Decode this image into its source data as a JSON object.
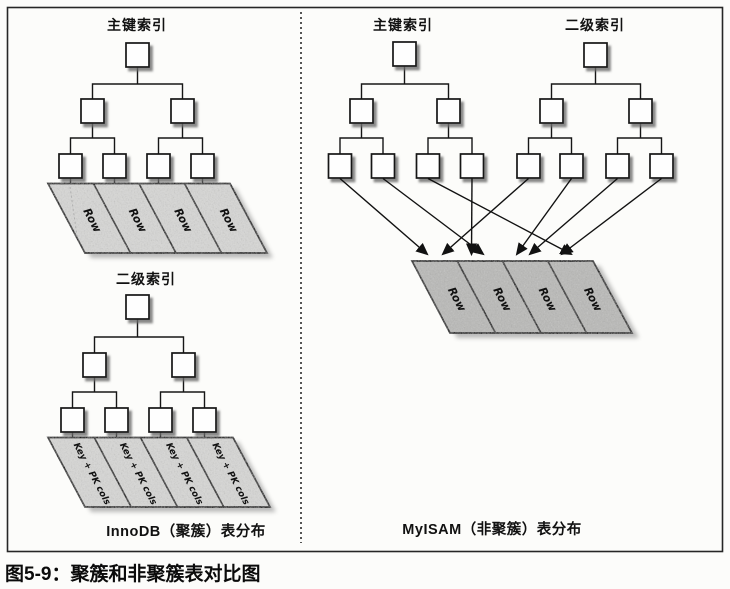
{
  "figure": {
    "caption": "图5-9：聚簇和非聚簇表对比图",
    "left_panel": {
      "engine": "InnoDB",
      "primary_index_label": "主键索引",
      "secondary_index_label": "二级索引",
      "row_cell_label": "Row",
      "key_cell_label": "Key + PK cols",
      "caption": "InnoDB（聚簇）表分布",
      "structure": "primary index B-tree leaves sit directly on table rows; secondary index B-tree leaves store Key + PK cols",
      "row_cell_count": 4,
      "key_cell_count": 4,
      "tree_levels": [
        1,
        2,
        4
      ]
    },
    "right_panel": {
      "engine": "MyISAM",
      "primary_index_label": "主键索引",
      "secondary_index_label": "二级索引",
      "row_cell_label": "Row",
      "caption": "MyISAM（非聚簇）表分布",
      "structure": "both index B-trees point with crossing arrows into one shared row table",
      "row_cell_count": 4,
      "arrow_count": 8,
      "tree_levels": [
        1,
        2,
        4
      ]
    },
    "colors": {
      "light_table_fill": "#d7d7d5",
      "dark_table_fill": "#b9b9b7",
      "line": "#161616",
      "background": "#fcfcfa"
    }
  }
}
